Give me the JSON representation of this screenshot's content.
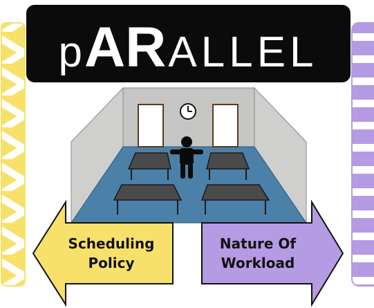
{
  "logo": {
    "text": "pARallel",
    "parts": [
      "p",
      "AR",
      "ALLEL"
    ]
  },
  "arrows": {
    "left": {
      "line1": "Scheduling",
      "line2": "Policy",
      "color": "#f8e16b"
    },
    "right": {
      "line1": "Nature Of",
      "line2": "Workload",
      "color": "#b49be4"
    }
  },
  "colors": {
    "banner_background": "#0b0b0b",
    "room_floor": "#4b80a8",
    "room_walls": "#c6c6c4",
    "left_border": "#f8e16b",
    "right_border": "#b49be4",
    "table_fill": "#4a4a4a",
    "person_fill": "#0a0a0a"
  },
  "icons": {
    "clock": "clock-icon",
    "person": "person-icon",
    "door": "door-icon",
    "table": "table-icon"
  }
}
